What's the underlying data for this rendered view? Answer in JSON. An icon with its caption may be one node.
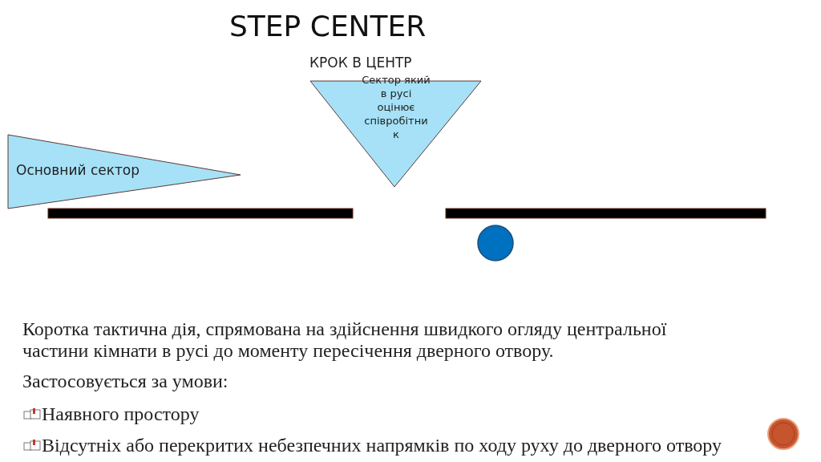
{
  "diagram": {
    "title": "STEP CENTER",
    "nodes": [
      {
        "text": [
          "Основний сектор"
        ]
      },
      {
        "text": [
          "Сектор який в русі оцінює співробітник"
        ]
      }
    ],
    "labels": [
      "КРОК В ЦЕНТР",
      "Коротка тактична дія, спрямована на здійснення швидкого огляду центральної частини кімнати в русі до моменту пересічення дверного отвору.",
      "Застосовується за умови:",
      "Наявного простору",
      "Відсутніх або перекритих небезпечних напрямків по ходу руху до дверного отвору"
    ]
  }
}
